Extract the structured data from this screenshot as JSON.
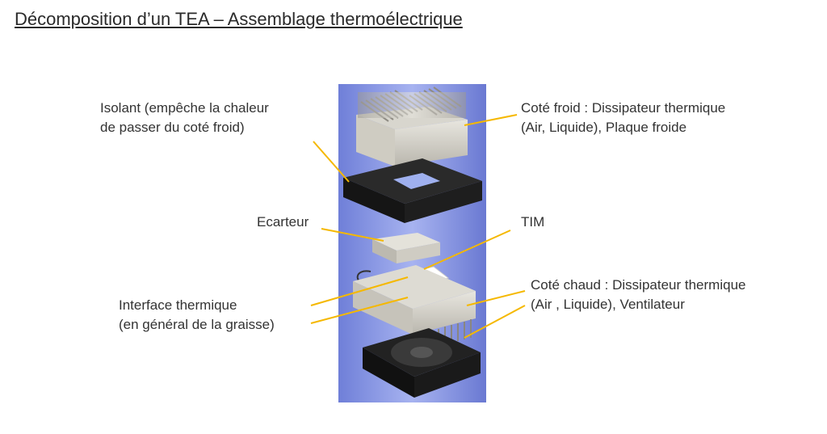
{
  "title": "Décomposition d’un TEA – Assemblage thermoélectrique",
  "labels": {
    "isolant": [
      "Isolant (empêche  la chaleur",
      "de passer du coté froid)"
    ],
    "cote_froid": [
      "Coté froid : Dissipateur thermique",
      "(Air, Liquide), Plaque froide"
    ],
    "ecarteur": "Ecarteur",
    "tim": "TIM",
    "interface": [
      "Interface thermique",
      "(en général de la graisse)"
    ],
    "cote_chaud": [
      "Coté chaud : Dissipateur thermique",
      "(Air , Liquide), Ventilateur"
    ]
  },
  "colors": {
    "leader_line": "#f5b800",
    "photo_background": "#8a9be8",
    "insulator": "#1b1b1b"
  }
}
